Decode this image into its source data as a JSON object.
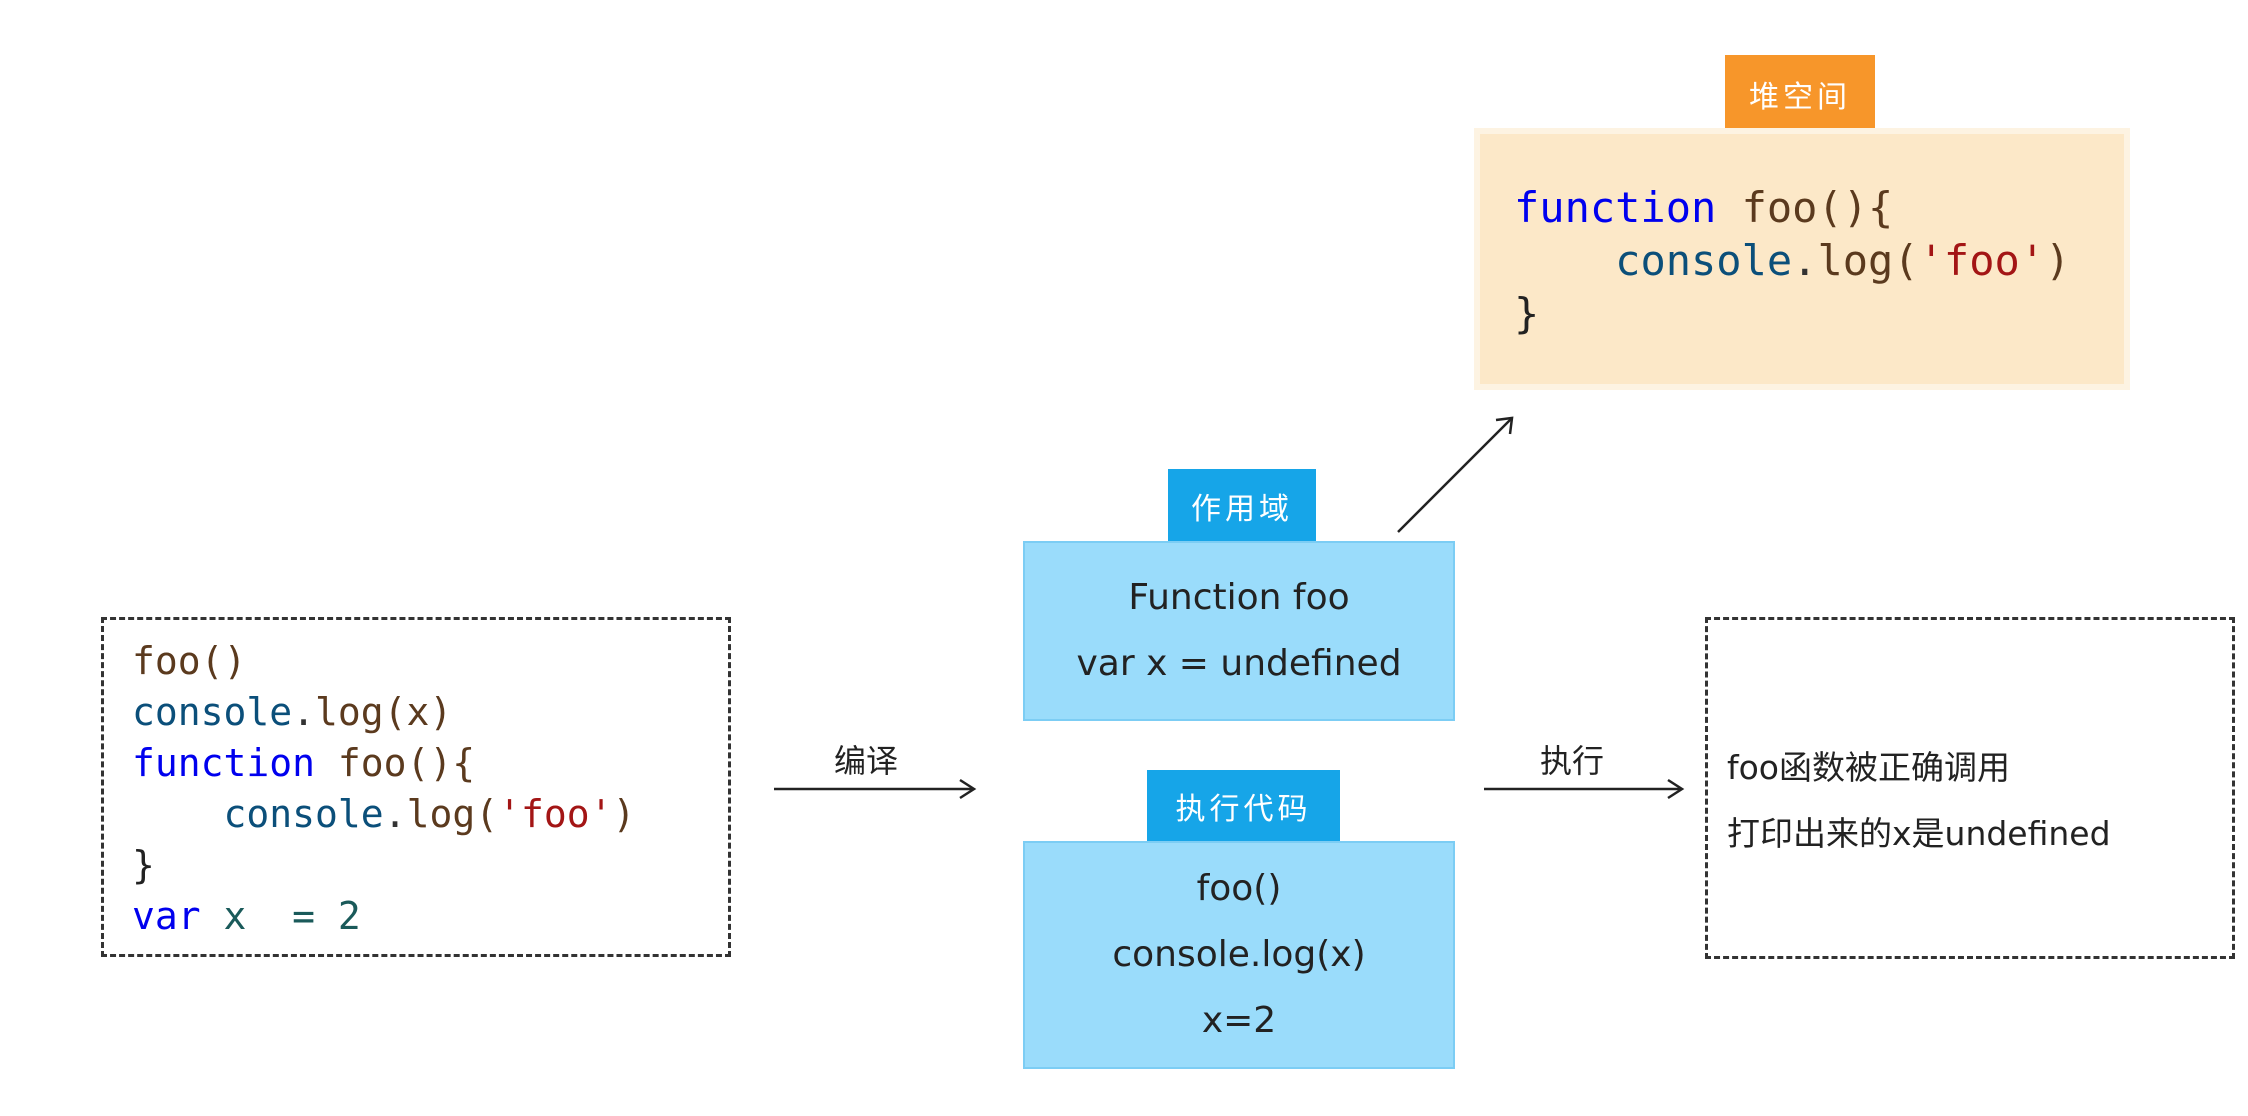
{
  "source": {
    "lines": [
      [
        {
          "t": "foo()",
          "c": "fn"
        }
      ],
      [
        {
          "t": "console",
          "c": "obj"
        },
        {
          "t": ".",
          "c": "pl"
        },
        {
          "t": "log(x)",
          "c": "fn"
        }
      ],
      [
        {
          "t": "function",
          "c": "kw"
        },
        {
          "t": " ",
          "c": "pl"
        },
        {
          "t": "foo(){",
          "c": "fn"
        }
      ],
      [
        {
          "t": "    ",
          "c": "pl"
        },
        {
          "t": "console",
          "c": "obj"
        },
        {
          "t": ".",
          "c": "pl"
        },
        {
          "t": "log(",
          "c": "fn"
        },
        {
          "t": "'foo'",
          "c": "str"
        },
        {
          "t": ")",
          "c": "fn"
        }
      ],
      [
        {
          "t": "}",
          "c": "plain"
        }
      ],
      [
        {
          "t": "var",
          "c": "kw"
        },
        {
          "t": " x  = ",
          "c": "num"
        },
        {
          "t": "2",
          "c": "num"
        }
      ]
    ]
  },
  "compile_label": "编译",
  "execute_label": "执行",
  "scope": {
    "tab": "作用域",
    "lines": [
      "Function foo",
      "var x = undefined"
    ]
  },
  "exec_code": {
    "tab": "执行代码",
    "lines": [
      "foo()",
      "console.log(x)",
      "x=2"
    ]
  },
  "heap": {
    "tab": "堆空间",
    "lines": [
      [
        {
          "t": "function",
          "c": "kw"
        },
        {
          "t": " ",
          "c": "pl"
        },
        {
          "t": "foo(){",
          "c": "fn"
        }
      ],
      [
        {
          "t": "    ",
          "c": "pl"
        },
        {
          "t": "console",
          "c": "obj"
        },
        {
          "t": ".",
          "c": "pl"
        },
        {
          "t": "log(",
          "c": "fn"
        },
        {
          "t": "'foo'",
          "c": "str"
        },
        {
          "t": ")",
          "c": "fn"
        }
      ],
      [
        {
          "t": "}",
          "c": "plain"
        }
      ]
    ]
  },
  "result": {
    "lines": [
      "foo函数被正确调用",
      "打印出来的x是undefined"
    ]
  },
  "colors": {
    "tab_blue": "#16a5e8",
    "panel_blue": "#9adcfb",
    "tab_orange": "#f7962a",
    "heap_bg": "#fce8c8",
    "keyword": "#0000ee",
    "string": "#a31515"
  }
}
